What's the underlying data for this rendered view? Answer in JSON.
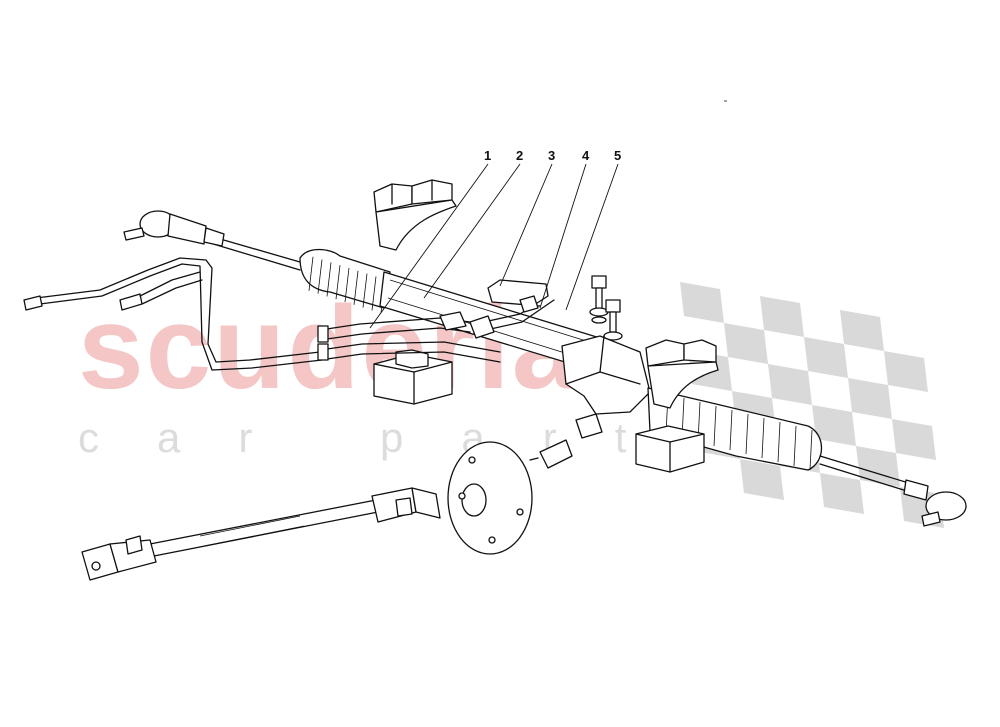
{
  "watermark": {
    "brand": "scuderia",
    "tagline": "car parts",
    "checker_color": "#d9d9d9",
    "brand_color": "#f4c6c6"
  },
  "callouts": [
    {
      "label": "1"
    },
    {
      "label": "2"
    },
    {
      "label": "3"
    },
    {
      "label": "4"
    },
    {
      "label": "5"
    }
  ]
}
